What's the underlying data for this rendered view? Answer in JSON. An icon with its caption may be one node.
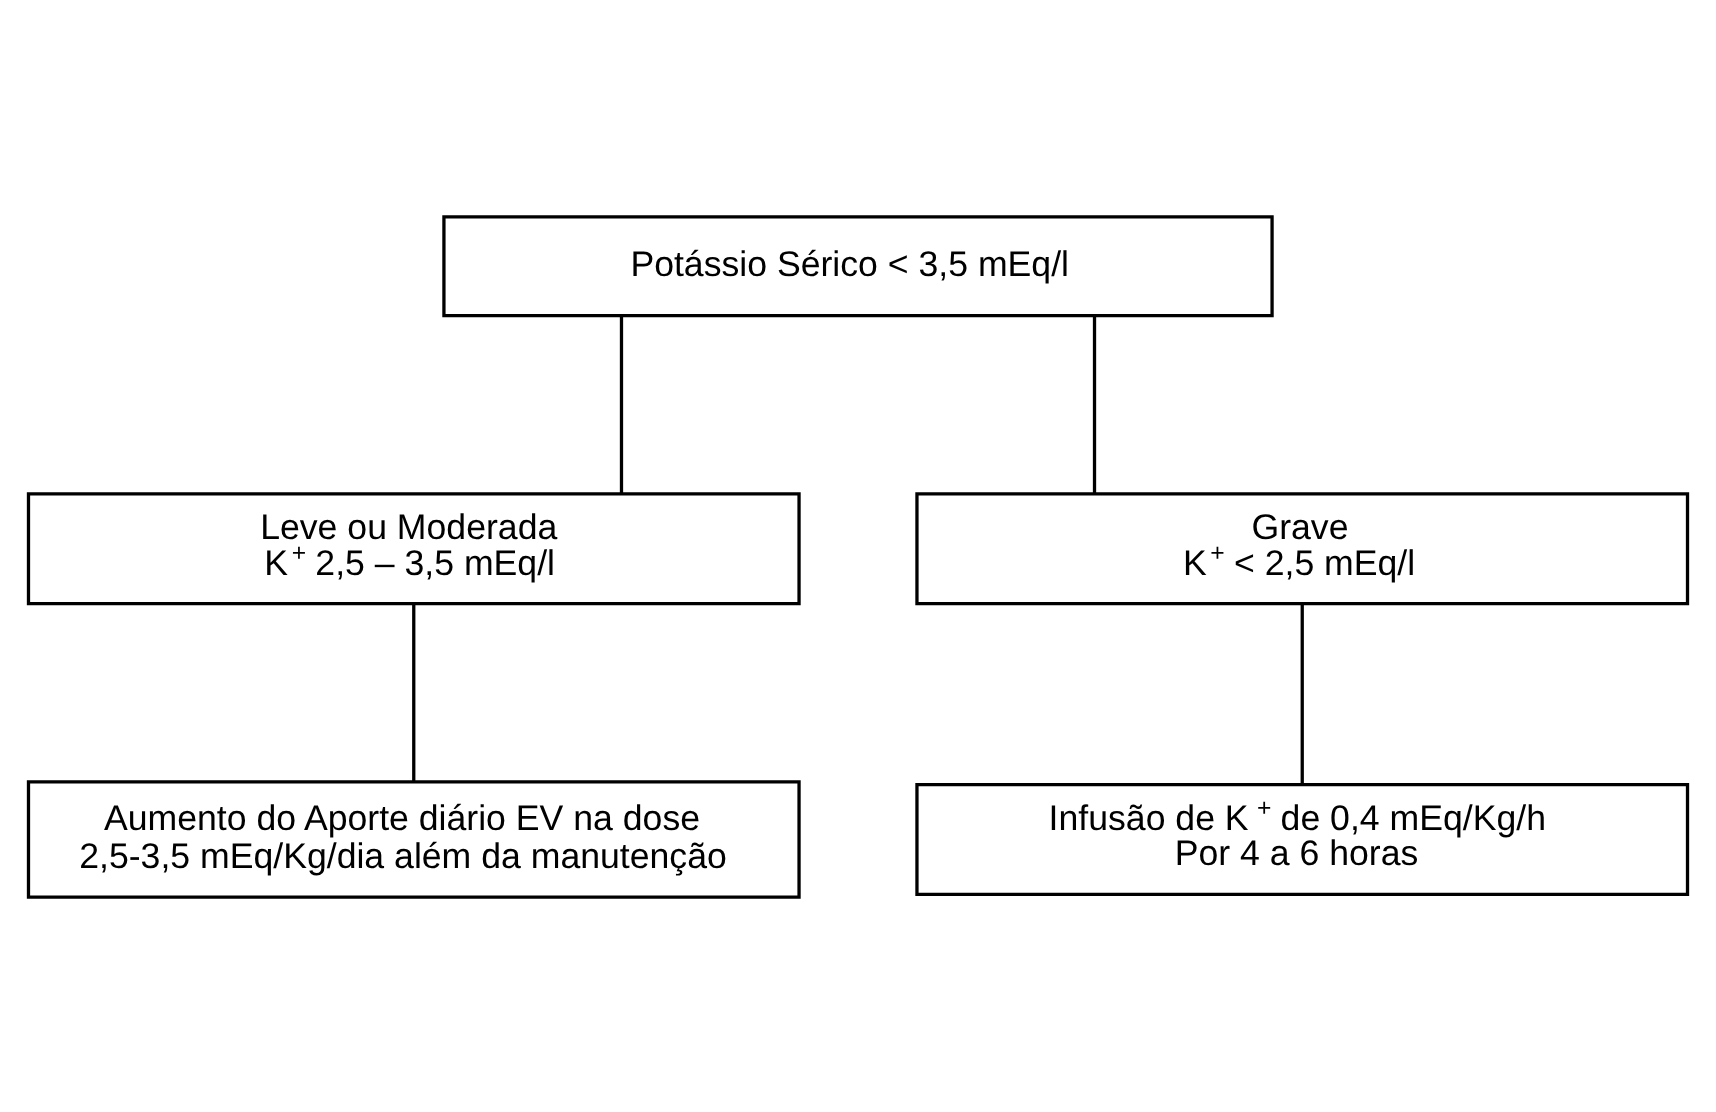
{
  "diagram": {
    "nodes": [
      {
        "text": [
          "Potássio Sérico < 3,5 mEq/l"
        ]
      },
      {
        "text": [
          "Leve ou Moderada",
          "K$^{+}$ 2,5 – 3,5 mEq/l"
        ]
      },
      {
        "text": [
          "Grave",
          "K$^{+}$ < 2,5 mEq/l"
        ]
      },
      {
        "text": [
          "Aumento do Aporte diário EV na dose 2,5-3,5 mEq/Kg/dia além da manutenção"
        ]
      },
      {
        "text": [
          "Infusão de K$^{+}$ de 0,4 mEq/Kg/h",
          "Por 4 a 6 horas"
        ]
      }
    ],
    "edges": [
      {
        "from": 0,
        "to": 1,
        "arrow": "none"
      },
      {
        "from": 0,
        "to": 2,
        "arrow": "none"
      },
      {
        "from": 1,
        "to": 3,
        "arrow": "none"
      },
      {
        "from": 2,
        "to": 4,
        "arrow": "none"
      }
    ]
  }
}
